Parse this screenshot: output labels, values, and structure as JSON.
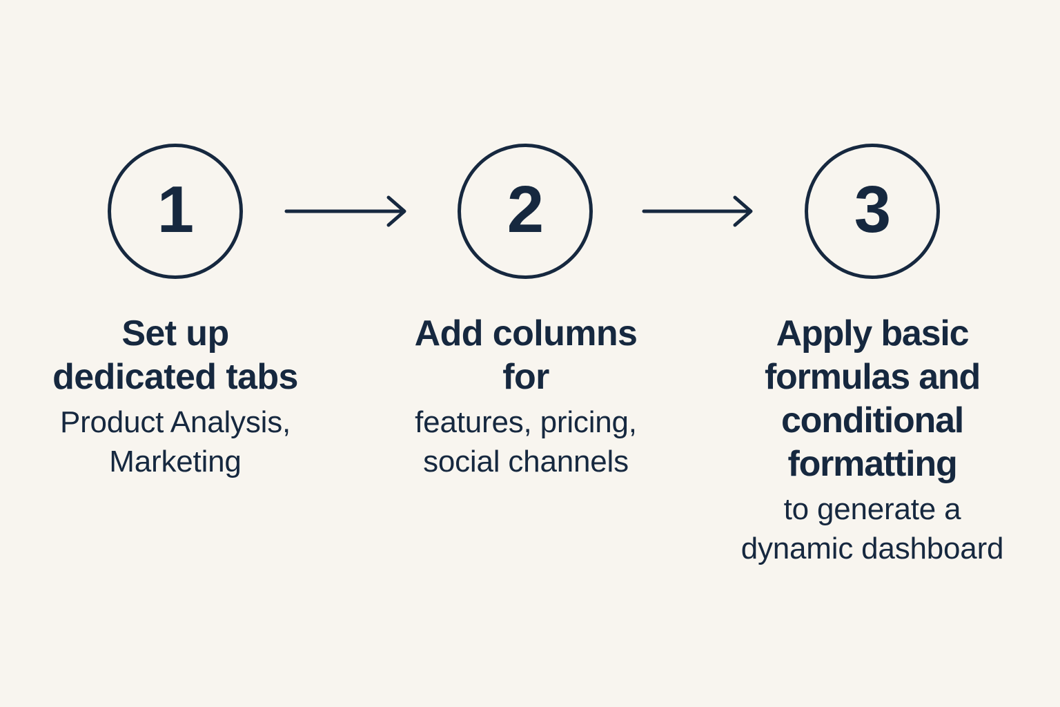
{
  "theme": {
    "background_color": "#f8f5ef",
    "ink_color": "#16283f"
  },
  "diagram": {
    "type": "horizontal-3-step-process-flow",
    "connector_icon": "arrow-right-icon",
    "steps": [
      {
        "number": "1",
        "heading": "Set up\ndedicated tabs",
        "body": "Product Analysis,\nMarketing"
      },
      {
        "number": "2",
        "heading": "Add columns\nfor",
        "body": "features, pricing,\nsocial channels"
      },
      {
        "number": "3",
        "heading": "Apply basic\nformulas and\nconditional formatting",
        "body": "to generate a\ndynamic dashboard"
      }
    ]
  }
}
